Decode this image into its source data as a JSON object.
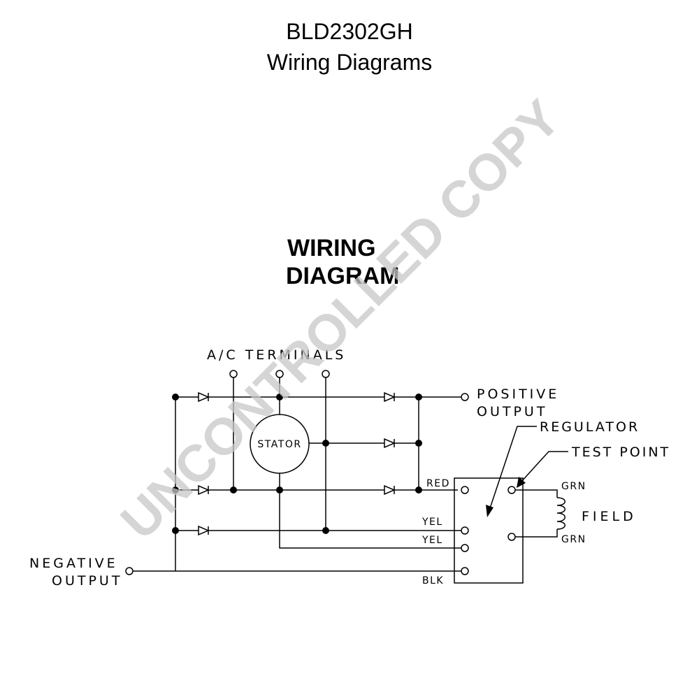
{
  "header": {
    "model": "BLD2302GH",
    "subtitle": "Wiring Diagrams"
  },
  "diagram": {
    "heading_line1": "WIRING",
    "heading_line2": "DIAGRAM",
    "labels": {
      "ac_terminals": "A/C TERMINALS",
      "positive_line1": "POSITIVE",
      "positive_line2": "OUTPUT",
      "negative_line1": "NEGATIVE",
      "negative_line2": "OUTPUT",
      "stator": "STATOR",
      "regulator": "REGULATOR",
      "test_point": "TEST POINT",
      "field": "FIELD",
      "red": "RED",
      "yel1": "YEL",
      "yel2": "YEL",
      "blk": "BLK",
      "grn1": "GRN",
      "grn2": "GRN"
    }
  },
  "watermark": {
    "text": "UNCONTROLLED COPY",
    "color": "#c8c8c8"
  }
}
